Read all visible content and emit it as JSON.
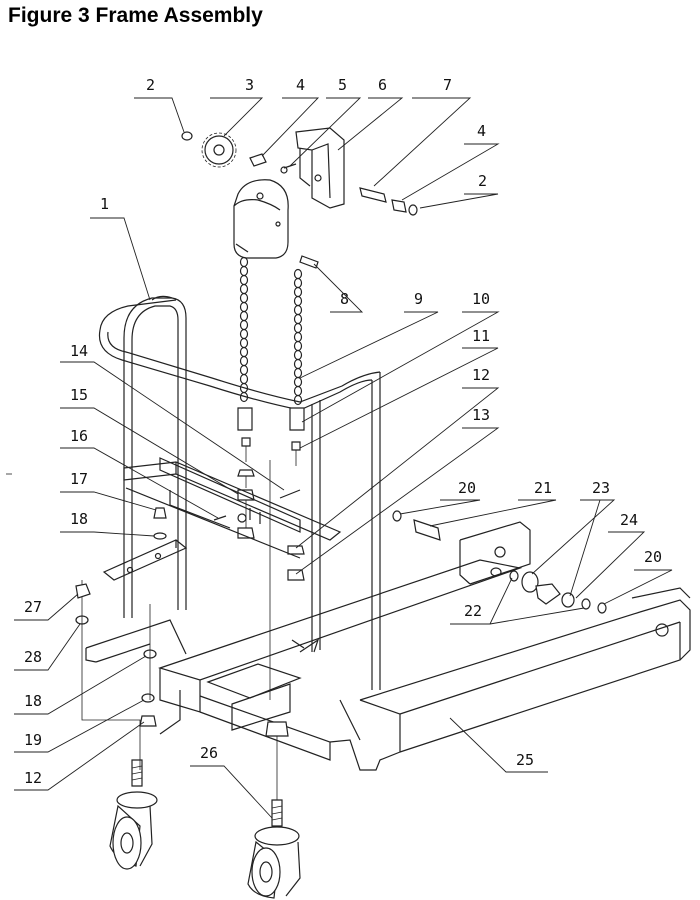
{
  "figure": {
    "title": "Figure 3 Frame Assembly"
  },
  "callouts": [
    {
      "id": "c2a",
      "number": "2"
    },
    {
      "id": "c3",
      "number": "3"
    },
    {
      "id": "c4a",
      "number": "4"
    },
    {
      "id": "c5",
      "number": "5"
    },
    {
      "id": "c6",
      "number": "6"
    },
    {
      "id": "c7",
      "number": "7"
    },
    {
      "id": "c4b",
      "number": "4"
    },
    {
      "id": "c2b",
      "number": "2"
    },
    {
      "id": "c1",
      "number": "1"
    },
    {
      "id": "c8",
      "number": "8"
    },
    {
      "id": "c9",
      "number": "9"
    },
    {
      "id": "c10",
      "number": "10"
    },
    {
      "id": "c11",
      "number": "11"
    },
    {
      "id": "c14",
      "number": "14"
    },
    {
      "id": "c12a",
      "number": "12"
    },
    {
      "id": "c15",
      "number": "15"
    },
    {
      "id": "c13",
      "number": "13"
    },
    {
      "id": "c16",
      "number": "16"
    },
    {
      "id": "c17",
      "number": "17"
    },
    {
      "id": "c20a",
      "number": "20"
    },
    {
      "id": "c21",
      "number": "21"
    },
    {
      "id": "c23",
      "number": "23"
    },
    {
      "id": "c18a",
      "number": "18"
    },
    {
      "id": "c24",
      "number": "24"
    },
    {
      "id": "c20b",
      "number": "20"
    },
    {
      "id": "c27",
      "number": "27"
    },
    {
      "id": "c22",
      "number": "22"
    },
    {
      "id": "c28",
      "number": "28"
    },
    {
      "id": "c18b",
      "number": "18"
    },
    {
      "id": "c19",
      "number": "19"
    },
    {
      "id": "c12b",
      "number": "12"
    },
    {
      "id": "c26",
      "number": "26"
    },
    {
      "id": "c25",
      "number": "25"
    }
  ]
}
